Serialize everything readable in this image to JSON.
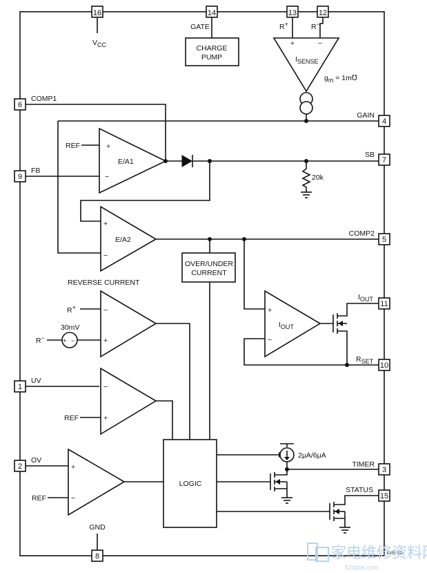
{
  "pins": {
    "vcc": {
      "num": "16",
      "label": "V",
      "sub": "CC"
    },
    "gate": {
      "num": "14",
      "label": "GATE"
    },
    "rplus": {
      "num": "13",
      "label": "R",
      "sup": "+"
    },
    "rminus": {
      "num": "12",
      "label": "R",
      "sup": "−"
    },
    "comp1": {
      "num": "6",
      "label": "COMP1"
    },
    "fb": {
      "num": "9",
      "label": "FB"
    },
    "gain": {
      "num": "4",
      "label": "GAIN"
    },
    "sb": {
      "num": "7",
      "label": "SB"
    },
    "comp2": {
      "num": "5",
      "label": "COMP2"
    },
    "iout": {
      "num": "11",
      "label": "I",
      "sub": "OUT"
    },
    "rset": {
      "num": "10",
      "label": "R",
      "sub": "SET"
    },
    "uv": {
      "num": "1",
      "label": "UV"
    },
    "ov": {
      "num": "2",
      "label": "OV"
    },
    "timer": {
      "num": "3",
      "label": "TIMER"
    },
    "status": {
      "num": "15",
      "label": "STATUS"
    },
    "gnd": {
      "num": "8",
      "label": "GND"
    }
  },
  "blocks": {
    "charge_pump": [
      "CHARGE",
      "PUMP"
    ],
    "over_under": [
      "OVER/UNDER",
      "CURRENT"
    ],
    "logic": "LOGIC",
    "isense": {
      "label": "I",
      "sub": "SENSE"
    },
    "gm": "g",
    "gm_sub": "m",
    "gm_val": " = 1m℧",
    "ea1": "E/A1",
    "ea2": "E/A2",
    "iout_amp": {
      "label": "I",
      "sub": "OUT"
    }
  },
  "labels": {
    "ref": "REF",
    "reverse_current": "REVERSE CURRENT",
    "rplus": "R",
    "rplus_sup": "+",
    "rminus": "R",
    "rminus_sup": "−",
    "v30mv": "30mV",
    "res20k": "20k",
    "isrc": "2μA/6μA",
    "plus": "+",
    "minus": "−",
    "fig_id": "4350 BD"
  },
  "watermark": {
    "text": "家电维修资料网",
    "url": "52dzbk.com"
  }
}
